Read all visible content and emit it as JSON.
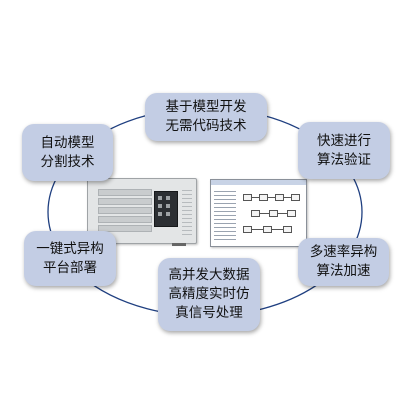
{
  "nodes": {
    "top": {
      "line1": "基于模型开发",
      "line2": "无需代码技术"
    },
    "top_left": {
      "line1": "自动模型",
      "line2": "分割技术"
    },
    "top_right": {
      "line1": "快速进行",
      "line2": "算法验证"
    },
    "left": {
      "line1": "一键式异构",
      "line2": "平台部署"
    },
    "right": {
      "line1": "多速率异构",
      "line2": "算法加速"
    },
    "bottom": {
      "line1": "高并发大数据",
      "line2": "高精度实时仿",
      "line3": "真信号处理"
    }
  },
  "images": {
    "computer": "industrial-computer",
    "software": "model-editor-screenshot"
  },
  "colors": {
    "box_fill": "#c3cde4",
    "ring": "#1f3f80"
  }
}
